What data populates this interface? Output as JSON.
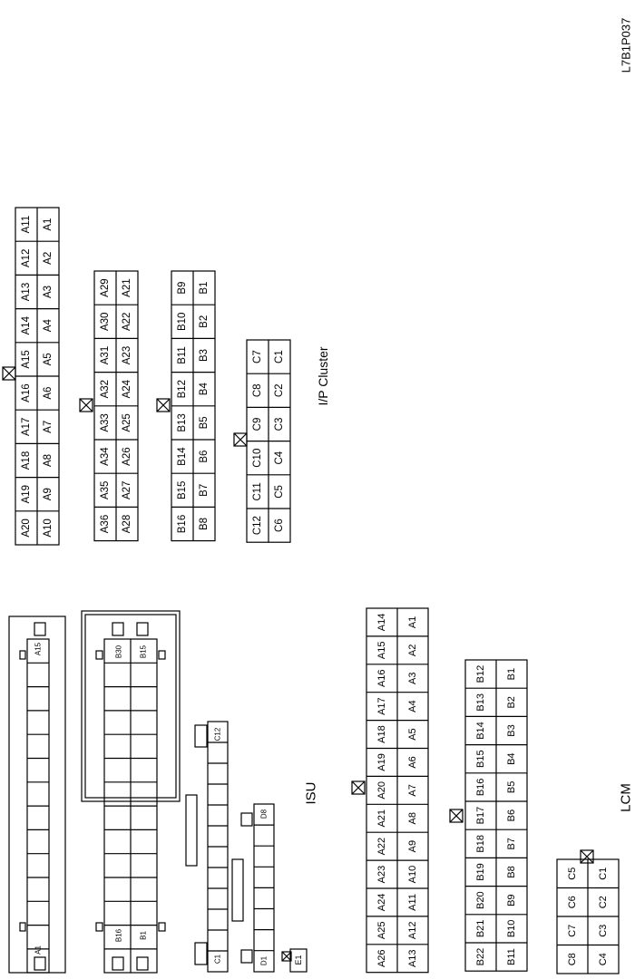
{
  "figure_code": "L7B1P037",
  "ip_cluster": {
    "title": "I/P Cluster",
    "connector_a": {
      "row_top": [
        "A1",
        "A2",
        "A3",
        "A4",
        "A5",
        "A6",
        "A7",
        "A8",
        "A9",
        "A10"
      ],
      "row_bottom": [
        "A11",
        "A12",
        "A13",
        "A14",
        "A15",
        "A16",
        "A17",
        "A18",
        "A19",
        "A20"
      ]
    },
    "connector_a2": {
      "row_top": [
        "A21",
        "A22",
        "A23",
        "A24",
        "A25",
        "A26",
        "A27",
        "A28"
      ],
      "row_bottom": [
        "A29",
        "A30",
        "A31",
        "A32",
        "A33",
        "A34",
        "A35",
        "A36"
      ]
    },
    "connector_b": {
      "row_top": [
        "B1",
        "B2",
        "B3",
        "B4",
        "B5",
        "B6",
        "B7",
        "B8"
      ],
      "row_bottom": [
        "B9",
        "B10",
        "B11",
        "B12",
        "B13",
        "B14",
        "B15",
        "B16"
      ]
    },
    "connector_c": {
      "row_top": [
        "C1",
        "C2",
        "C3",
        "C4",
        "C5",
        "C6"
      ],
      "row_bottom": [
        "C7",
        "C8",
        "C9",
        "C10",
        "C11",
        "C12"
      ]
    }
  },
  "isu": {
    "title": "ISU",
    "connector_a_labels": [
      "A1",
      "A15"
    ],
    "connector_b_labels": [
      "B16",
      "B1",
      "B30",
      "B15"
    ],
    "connector_c_labels": [
      "C1",
      "C12"
    ],
    "connector_d_labels": [
      "D1",
      "D8"
    ],
    "connector_e_labels": [
      "E1"
    ]
  },
  "lcm": {
    "title": "LCM",
    "connector_a": {
      "row_top": [
        "A1",
        "A2",
        "A3",
        "A4",
        "A5",
        "A6",
        "A7",
        "A8",
        "A9",
        "A10",
        "A11",
        "A12",
        "A13"
      ],
      "row_bottom": [
        "A14",
        "A15",
        "A16",
        "A17",
        "A18",
        "A19",
        "A20",
        "A21",
        "A22",
        "A23",
        "A24",
        "A25",
        "A26"
      ]
    },
    "connector_b": {
      "row_top": [
        "B1",
        "B2",
        "B3",
        "B4",
        "B5",
        "B6",
        "B7",
        "B8",
        "B9",
        "B10",
        "B11"
      ],
      "row_bottom": [
        "B12",
        "B13",
        "B14",
        "B15",
        "B16",
        "B17",
        "B18",
        "B19",
        "B20",
        "B21",
        "B22"
      ]
    },
    "connector_c": {
      "row_top": [
        "C1",
        "C2",
        "C3",
        "C4"
      ],
      "row_bottom": [
        "C5",
        "C6",
        "C7",
        "C8"
      ]
    }
  }
}
